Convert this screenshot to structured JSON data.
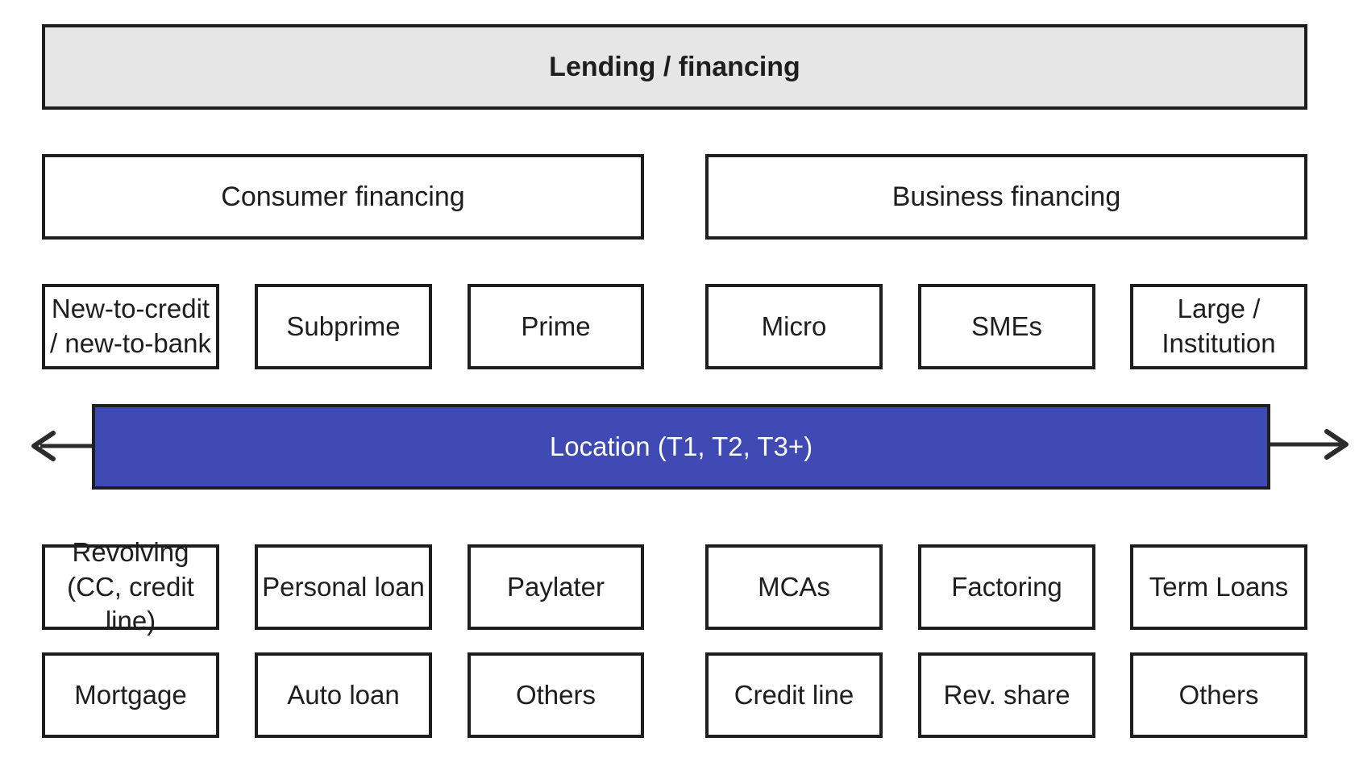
{
  "title": "Lending / financing",
  "sections": {
    "consumer": "Consumer financing",
    "business": "Business financing"
  },
  "segments": {
    "consumer": [
      "New-to-credit / new-to-bank",
      "Subprime",
      "Prime"
    ],
    "business": [
      "Micro",
      "SMEs",
      "Large / Institution"
    ]
  },
  "location": "Location (T1, T2, T3+)",
  "products": {
    "consumer_row1": [
      "Revolving (CC, credit line)",
      "Personal loan",
      "Paylater"
    ],
    "consumer_row2": [
      "Mortgage",
      "Auto loan",
      "Others"
    ],
    "business_row1": [
      "MCAs",
      "Factoring",
      "Term Loans"
    ],
    "business_row2": [
      "Credit line",
      "Rev. share",
      "Others"
    ]
  },
  "colors": {
    "location_bar": "#3f4ab5",
    "title_fill": "#e6e6e6",
    "stroke": "#1e1e1e"
  }
}
